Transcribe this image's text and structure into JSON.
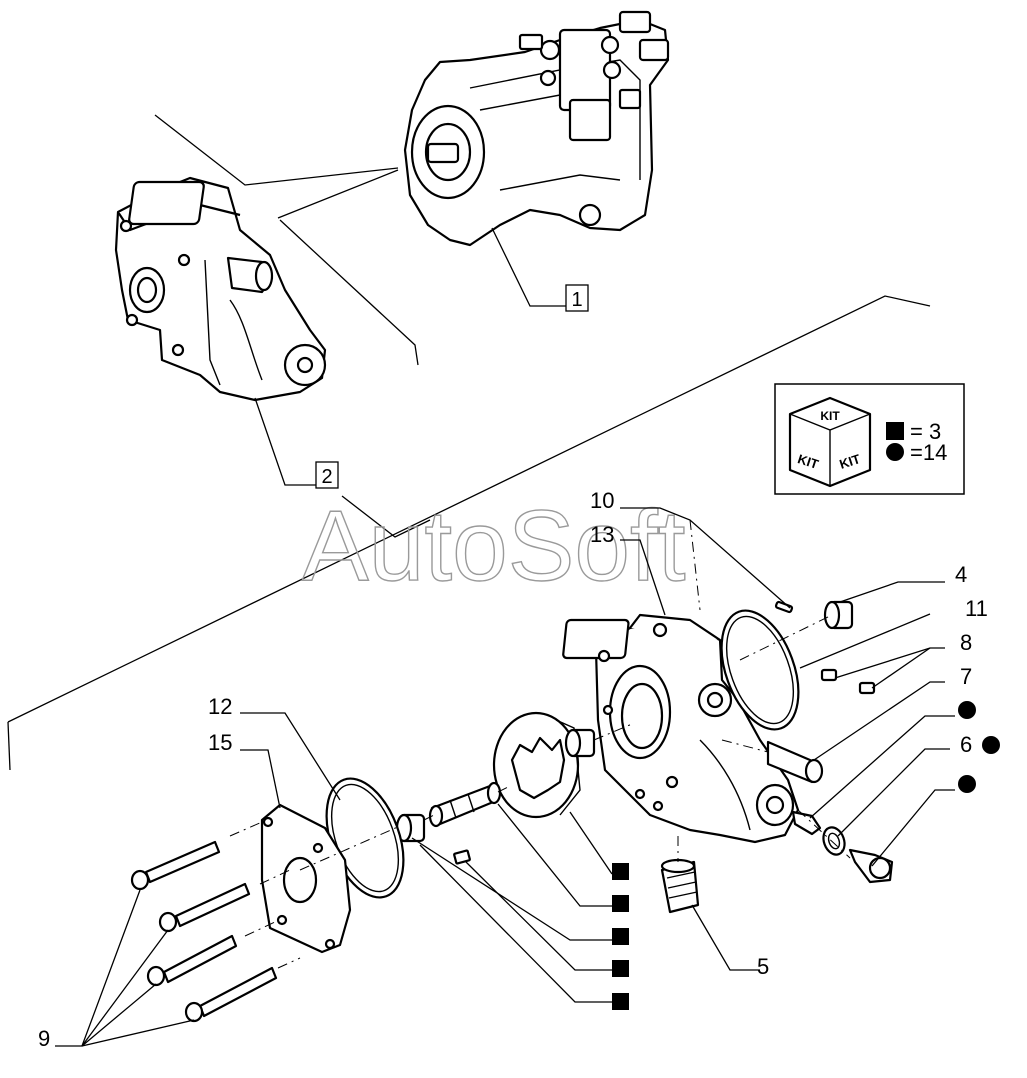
{
  "watermark": "AutoSoft",
  "callouts": {
    "c1": "1",
    "c2": "2",
    "c4": "4",
    "c5": "5",
    "c6": "6",
    "c7": "7",
    "c8": "8",
    "c9": "9",
    "c10": "10",
    "c11": "11",
    "c12": "12",
    "c13": "13",
    "c15": "15"
  },
  "kit_legend": {
    "cube_top": "KIT",
    "cube_left": "KIT",
    "cube_right": "KIT",
    "square_value": "= 3",
    "circle_value": "=14"
  }
}
